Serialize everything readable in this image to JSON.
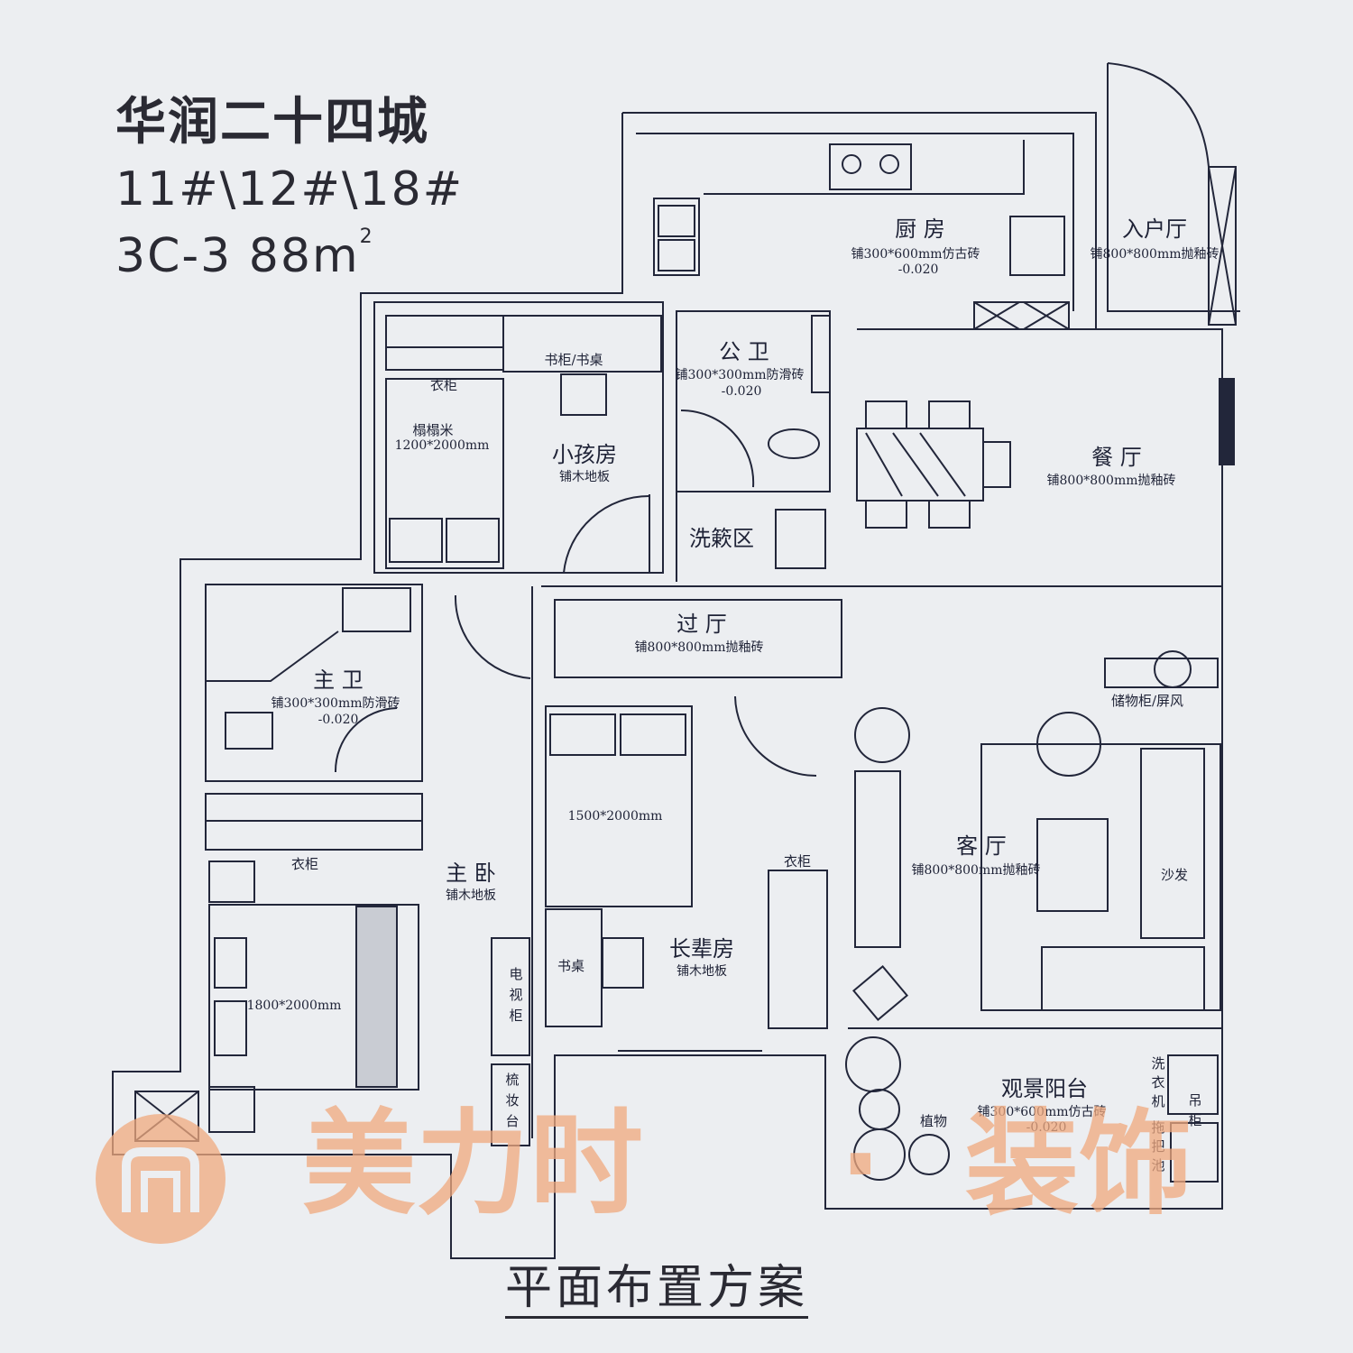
{
  "header": {
    "project": "华润二十四城",
    "buildings": "11#\\12#\\18#",
    "unit_type": "3C-3",
    "area": "88m",
    "area_sup": "2"
  },
  "footer": "平面布置方案",
  "watermark": {
    "brand_a": "美力时",
    "dot": "·",
    "brand_b": "装饰"
  },
  "rooms": {
    "kitchen": {
      "name": "厨 房",
      "floor": "铺300*600mm仿古砖",
      "level": "-0.020"
    },
    "entry": {
      "name": "入户厅",
      "floor": "铺800*800mm抛釉砖"
    },
    "public_bath": {
      "name": "公 卫",
      "floor": "铺300*300mm防滑砖",
      "level": "-0.020"
    },
    "dining": {
      "name": "餐 厅",
      "floor": "铺800*800mm抛釉砖"
    },
    "kids_room": {
      "name": "小孩房",
      "floor": "铺木地板"
    },
    "wash_area": {
      "name": "洗簌区"
    },
    "hallway": {
      "name": "过 厅",
      "floor": "铺800*800mm抛釉砖"
    },
    "master_bath": {
      "name": "主 卫",
      "floor": "铺300*300mm防滑砖",
      "level": "-0.020"
    },
    "master_bedroom": {
      "name": "主 卧",
      "floor": "铺木地板"
    },
    "elder_room": {
      "name": "长辈房",
      "floor": "铺木地板"
    },
    "living": {
      "name": "客 厅",
      "floor": "铺800*800mm抛釉砖"
    },
    "balcony": {
      "name": "观景阳台",
      "floor": "铺300*600mm仿古砖",
      "level": "-0.020"
    }
  },
  "furniture": {
    "bookcase_desk": "书柜/书桌",
    "wardrobe": "衣柜",
    "tatami": "榻榻米",
    "tatami_size": "1200*2000mm",
    "storage_screen": "储物柜/屏风",
    "bed_elder": "1500*2000mm",
    "bed_master": "1800*2000mm",
    "desk": "书桌",
    "sofa": "沙发",
    "tv_cabinet": [
      "电",
      "视",
      "柜"
    ],
    "vanity": [
      "梳",
      "妆",
      "台"
    ],
    "plants": "植物",
    "washer": [
      "洗",
      "衣",
      "机"
    ],
    "hanging_cab": [
      "吊",
      "柜"
    ],
    "mop_sink": [
      "拖",
      "把",
      "池"
    ]
  }
}
